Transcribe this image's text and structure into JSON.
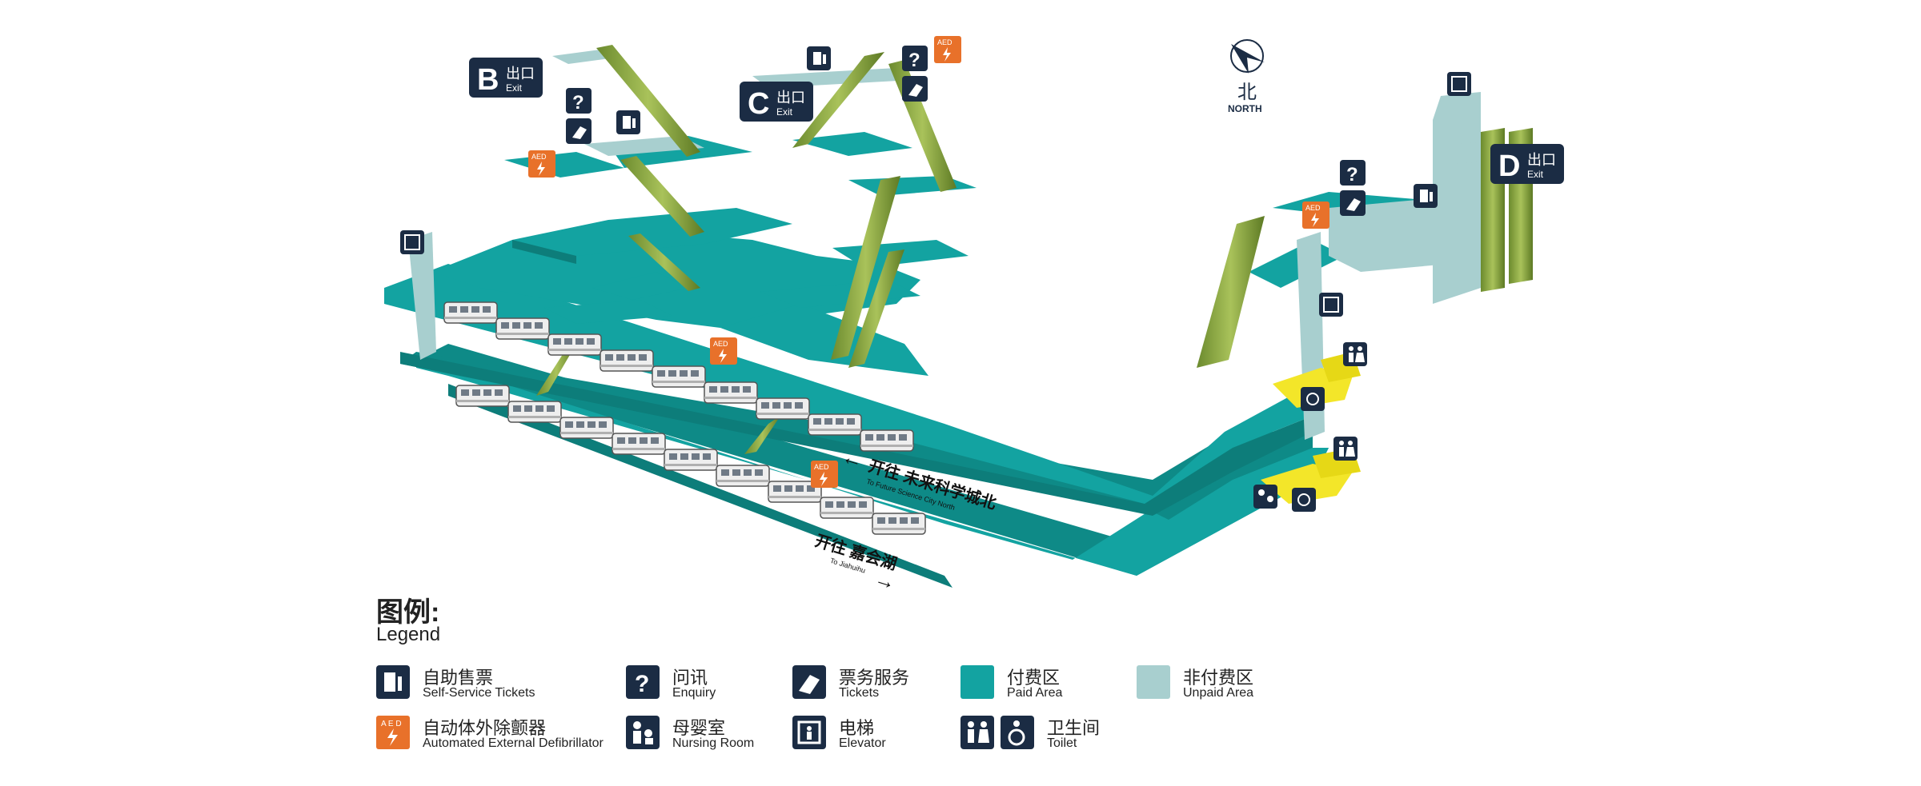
{
  "exits": {
    "b": {
      "letter": "B",
      "cn": "出口",
      "en": "Exit"
    },
    "c": {
      "letter": "C",
      "cn": "出口",
      "en": "Exit"
    },
    "d": {
      "letter": "D",
      "cn": "出口",
      "en": "Exit"
    }
  },
  "compass": {
    "cn": "北",
    "en": "NORTH"
  },
  "direction_upper": {
    "cn": "开往 未来科学城北",
    "en": "To Future Science City North",
    "arrow": "←"
  },
  "direction_lower": {
    "cn": "开往 嘉会湖",
    "en": "To Jiahuihu",
    "arrow": "→"
  },
  "aed_badge": "AED",
  "legend": {
    "title_cn": "图例:",
    "title_en": "Legend",
    "items": [
      {
        "icon": "self-service-ticket-icon",
        "cn": "自助售票",
        "en": "Self-Service Tickets"
      },
      {
        "icon": "enquiry-icon",
        "cn": "问讯",
        "en": "Enquiry"
      },
      {
        "icon": "ticket-service-icon",
        "cn": "票务服务",
        "en": "Tickets"
      },
      {
        "icon": "paid-area-swatch",
        "cn": "付费区",
        "en": "Paid Area"
      },
      {
        "icon": "unpaid-area-swatch",
        "cn": "非付费区",
        "en": "Unpaid Area"
      },
      {
        "icon": "aed-icon",
        "cn": "自动体外除颤器",
        "en": "Automated External Defibrillator"
      },
      {
        "icon": "nursing-room-icon",
        "cn": "母婴室",
        "en": "Nursing Room"
      },
      {
        "icon": "elevator-icon",
        "cn": "电梯",
        "en": "Elevator"
      },
      {
        "icon": "toilet-icon",
        "cn": "卫生间",
        "en": "Toilet"
      }
    ]
  },
  "colors": {
    "paid_area": "#13a3a1",
    "unpaid_area": "#a8cfcf",
    "escalator": "#7f9a3a",
    "icon_dark": "#1b2c44",
    "aed_orange": "#e8712a",
    "toilet_yellow": "#f3e629"
  }
}
